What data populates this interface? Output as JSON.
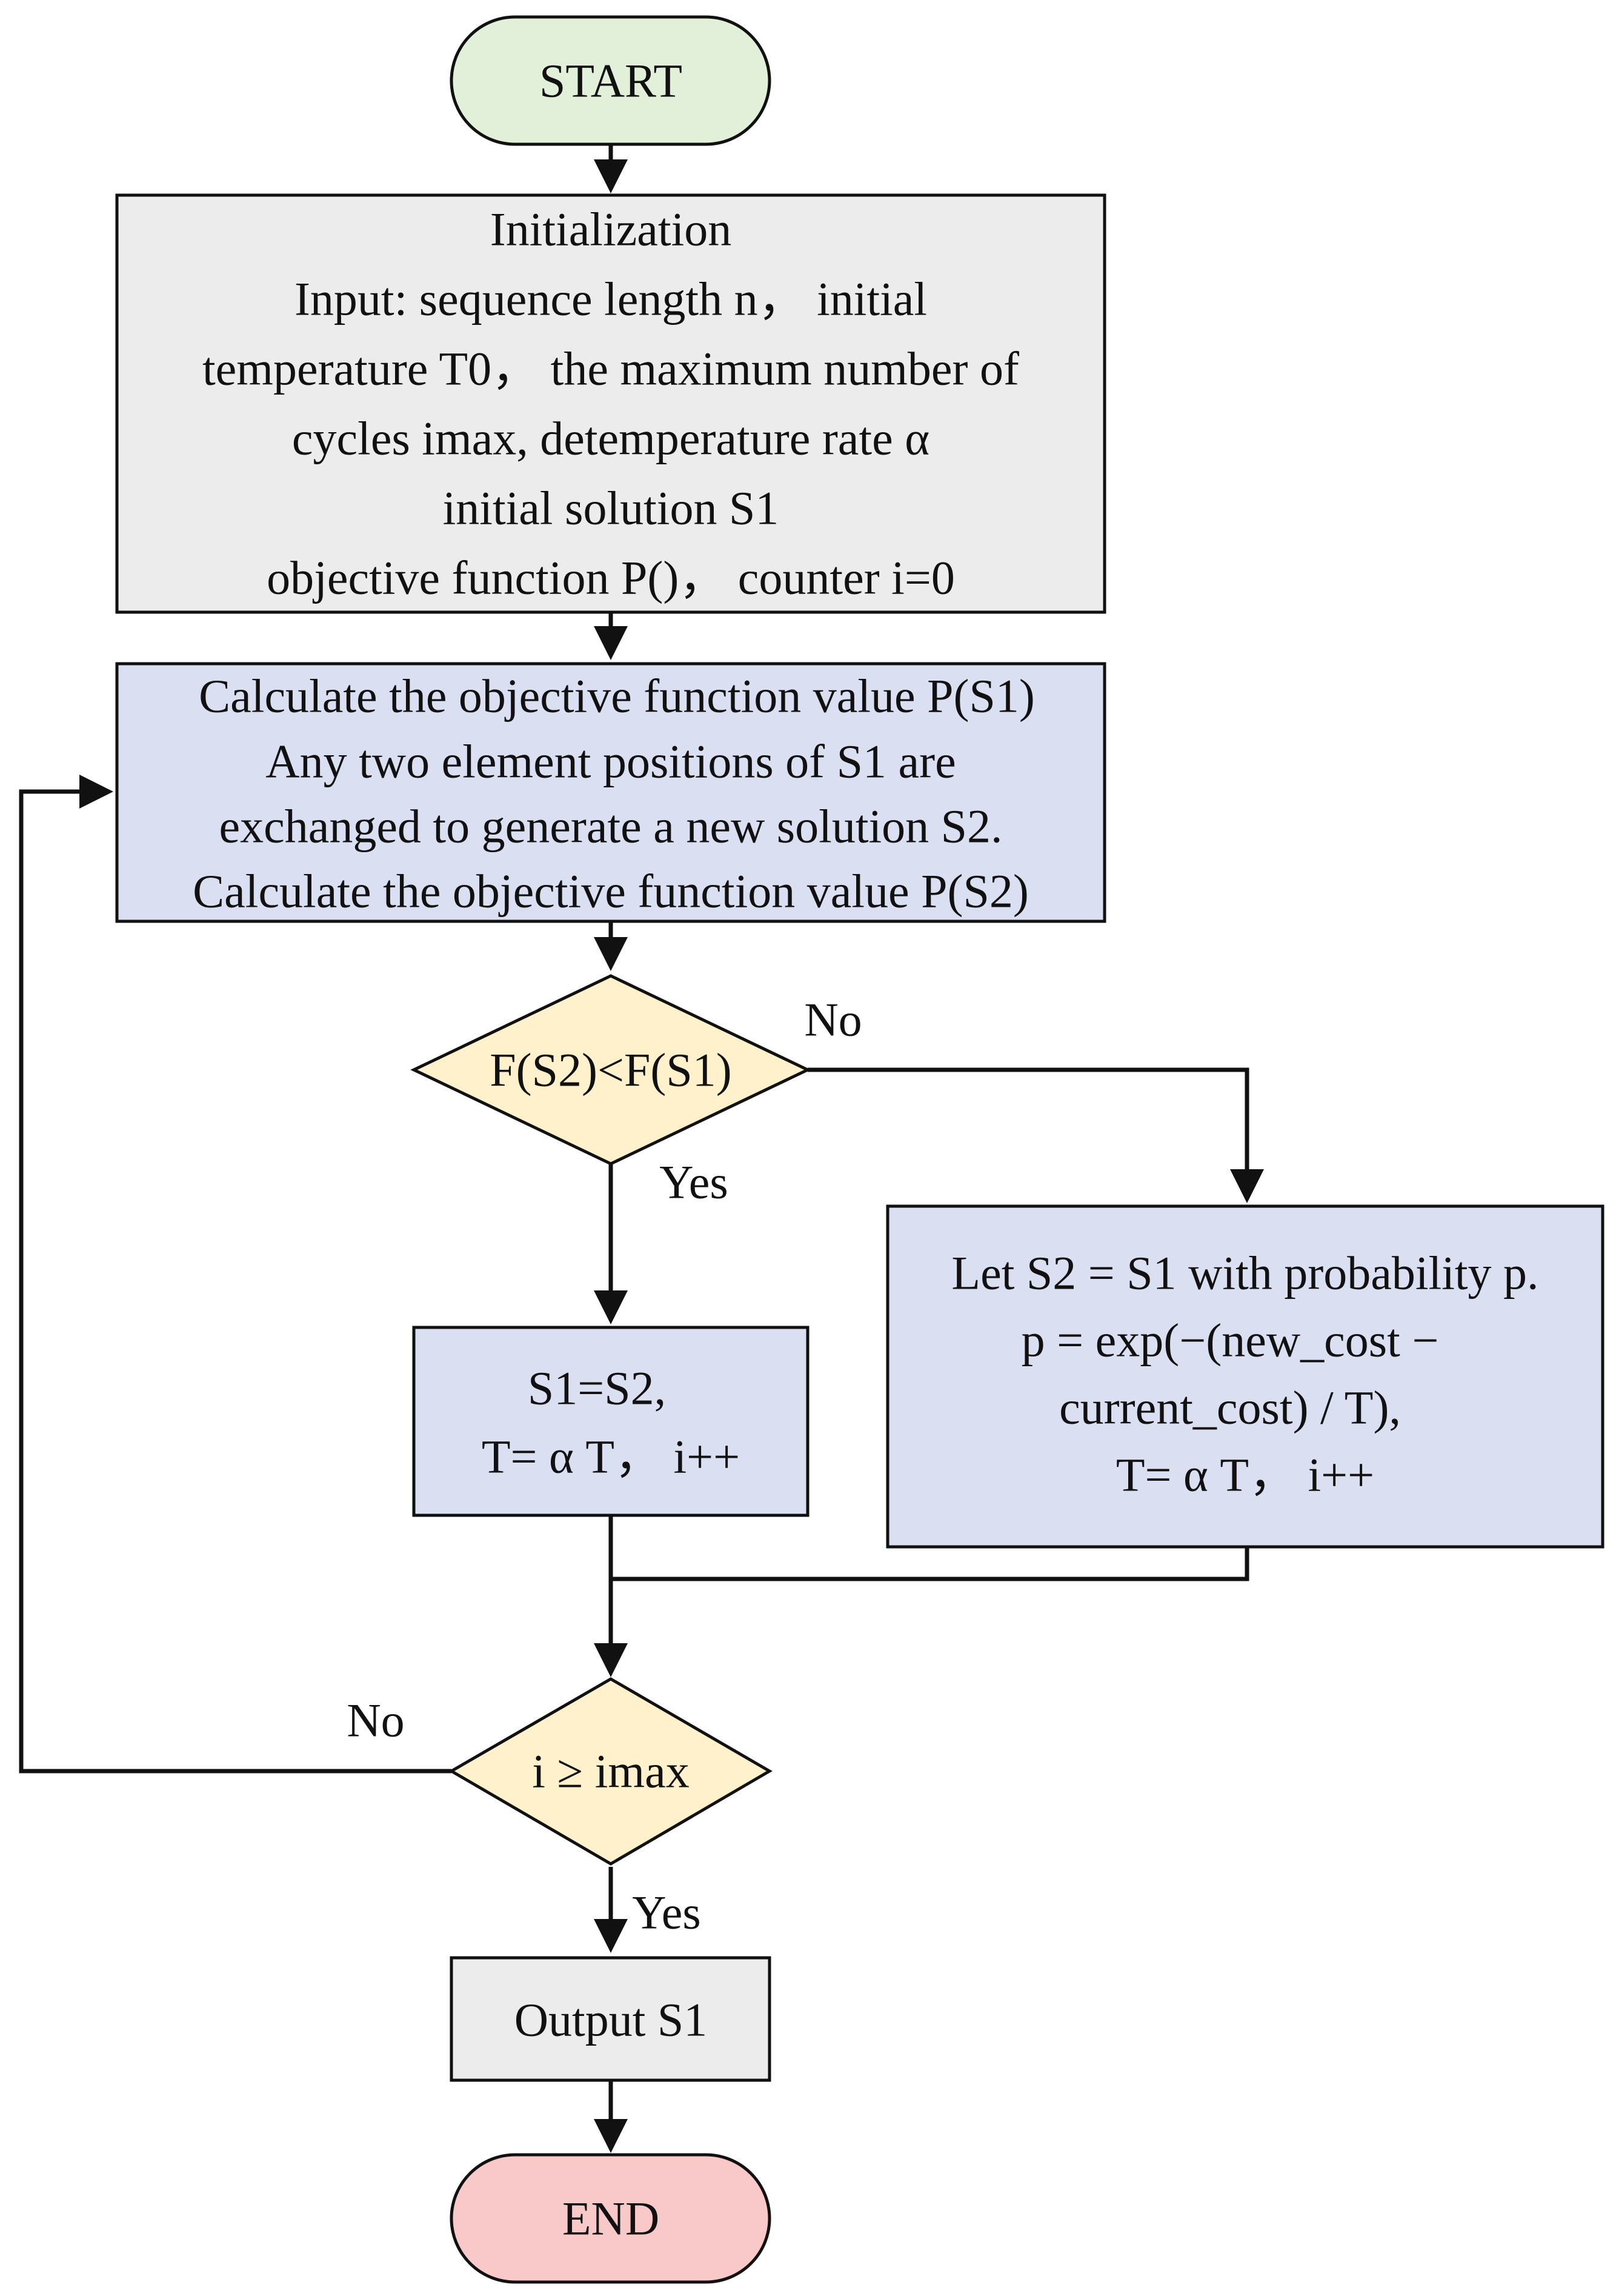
{
  "colors": {
    "terminal_start": "#e2efd9",
    "terminal_end": "#f9c9c9",
    "process_gray": "#ececec",
    "process_blue": "#dae0f1",
    "decision": "#fff1cc",
    "line": "#111111"
  },
  "nodes": {
    "start": {
      "lines": [
        "START"
      ]
    },
    "init": {
      "lines": [
        "Initialization",
        "Input: sequence length n， initial",
        "temperature T0， the maximum number of",
        "cycles imax, detemperature rate α",
        "initial solution S1",
        "objective function P()， counter i=0"
      ]
    },
    "calc": {
      "lines": [
        "Calculate the objective function value P(S1)",
        "Any two element positions of S1 are",
        "exchanged to generate a new solution S2.",
        "Calculate the objective function value P(S2)"
      ]
    },
    "compare": {
      "lines": [
        "F(S2)<F(S1)"
      ]
    },
    "accept": {
      "lines": [
        "S1=S2,",
        "T= α T， i++"
      ]
    },
    "probability": {
      "lines": [
        "Let S2 = S1 with probability p.",
        "p = exp(−(new_cost −",
        "current_cost) / T),",
        "T= α T， i++"
      ]
    },
    "check": {
      "lines": [
        "i ≥ imax"
      ]
    },
    "output": {
      "lines": [
        "Output S1"
      ]
    },
    "end": {
      "lines": [
        "END"
      ]
    }
  },
  "edge_labels": {
    "compare_no": "No",
    "compare_yes": "Yes",
    "check_no": "No",
    "check_yes": "Yes"
  }
}
